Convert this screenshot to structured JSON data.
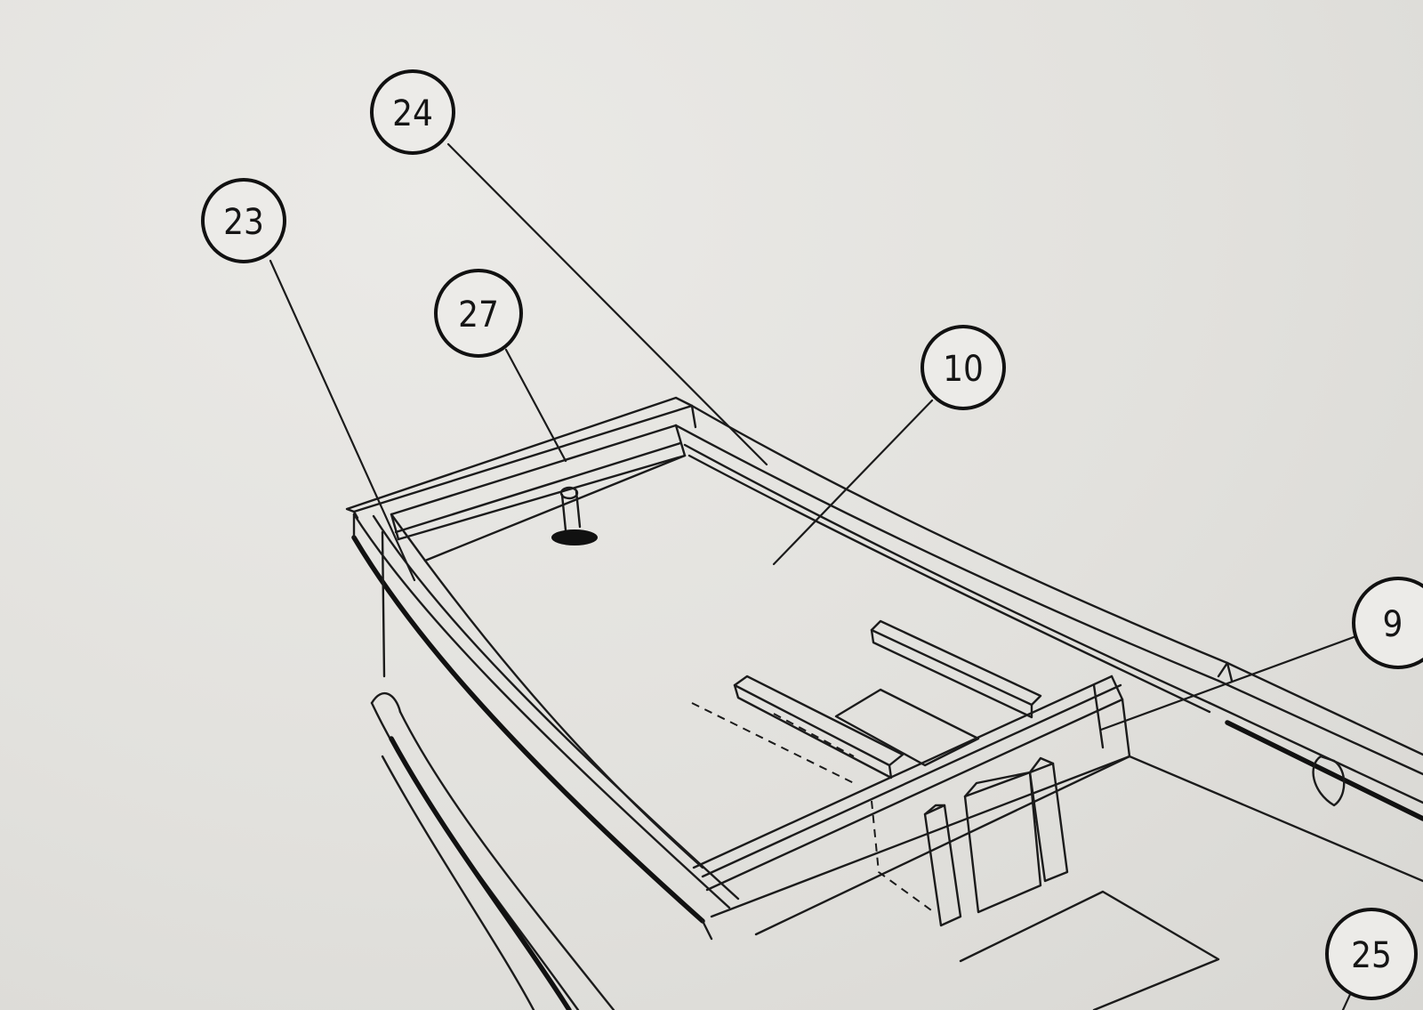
{
  "callouts": {
    "c24": "24",
    "c23": "23",
    "c27": "27",
    "c10": "10",
    "c9": "9",
    "c25": "25"
  }
}
